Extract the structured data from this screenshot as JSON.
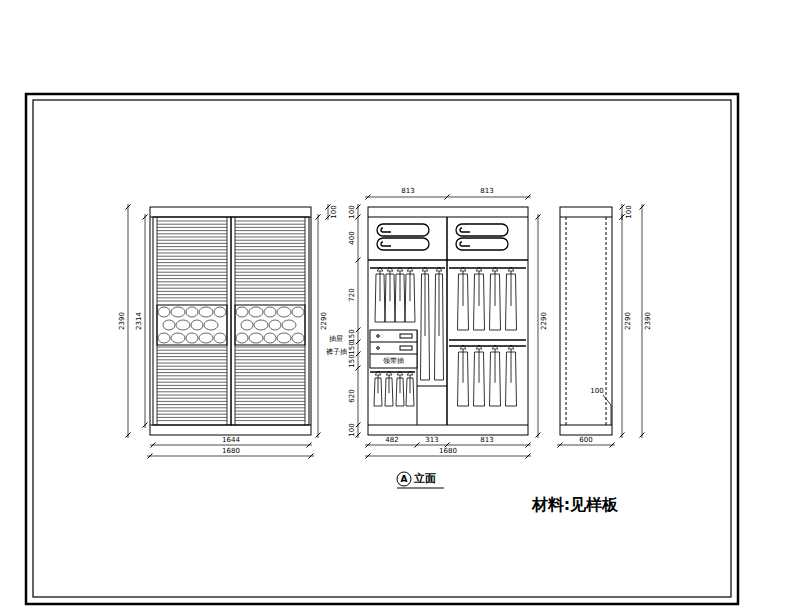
{
  "diagram": {
    "caption": "立面",
    "labels": [
      "2390",
      "2314",
      "100",
      "2290",
      "1644",
      "1680",
      "813",
      "813",
      "100",
      "400",
      "720",
      "150",
      "150",
      "150",
      "620",
      "100",
      "抽屉",
      "裤子抽",
      "领带抽",
      "2290",
      "482",
      "313",
      "813",
      "1680",
      "100",
      "2290",
      "2390",
      "100",
      "600",
      "A",
      "材料:见样板"
    ]
  }
}
